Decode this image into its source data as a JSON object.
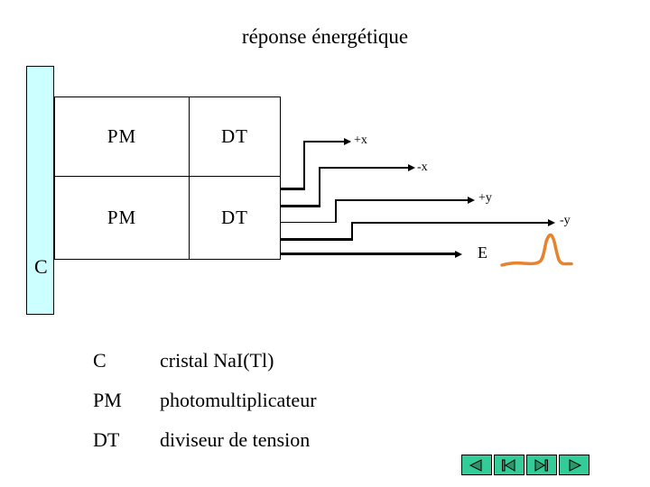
{
  "slide": {
    "title": "réponse énergétique"
  },
  "colors": {
    "crystal_fill": "#ccffff",
    "line": "#000000",
    "nav_bg": "#33cc99",
    "nav_arrow": "#2f9468",
    "pulse": "#e8822c"
  },
  "diagram": {
    "crystal_label": "C",
    "cells": {
      "row1_pm": "PM",
      "row1_dt": "DT",
      "row2_pm": "PM",
      "row2_dt": "DT"
    },
    "outputs": {
      "plus_x": "+x",
      "minus_x": "-x",
      "plus_y": "+y",
      "minus_y": "-y",
      "energy": "E"
    },
    "pulse_icon": "energy-peak-curve"
  },
  "legend": {
    "rows": [
      {
        "term": "C",
        "definition": "cristal NaI(Tl)"
      },
      {
        "term": "PM",
        "definition": "photomultiplicateur"
      },
      {
        "term": "DT",
        "definition": "diviseur de tension"
      }
    ]
  },
  "nav": {
    "buttons": [
      {
        "name": "previous",
        "icon": "triangle-left-icon"
      },
      {
        "name": "first",
        "icon": "bar-triangle-left-icon"
      },
      {
        "name": "last",
        "icon": "triangle-right-bar-icon"
      },
      {
        "name": "next",
        "icon": "triangle-right-icon"
      }
    ]
  }
}
